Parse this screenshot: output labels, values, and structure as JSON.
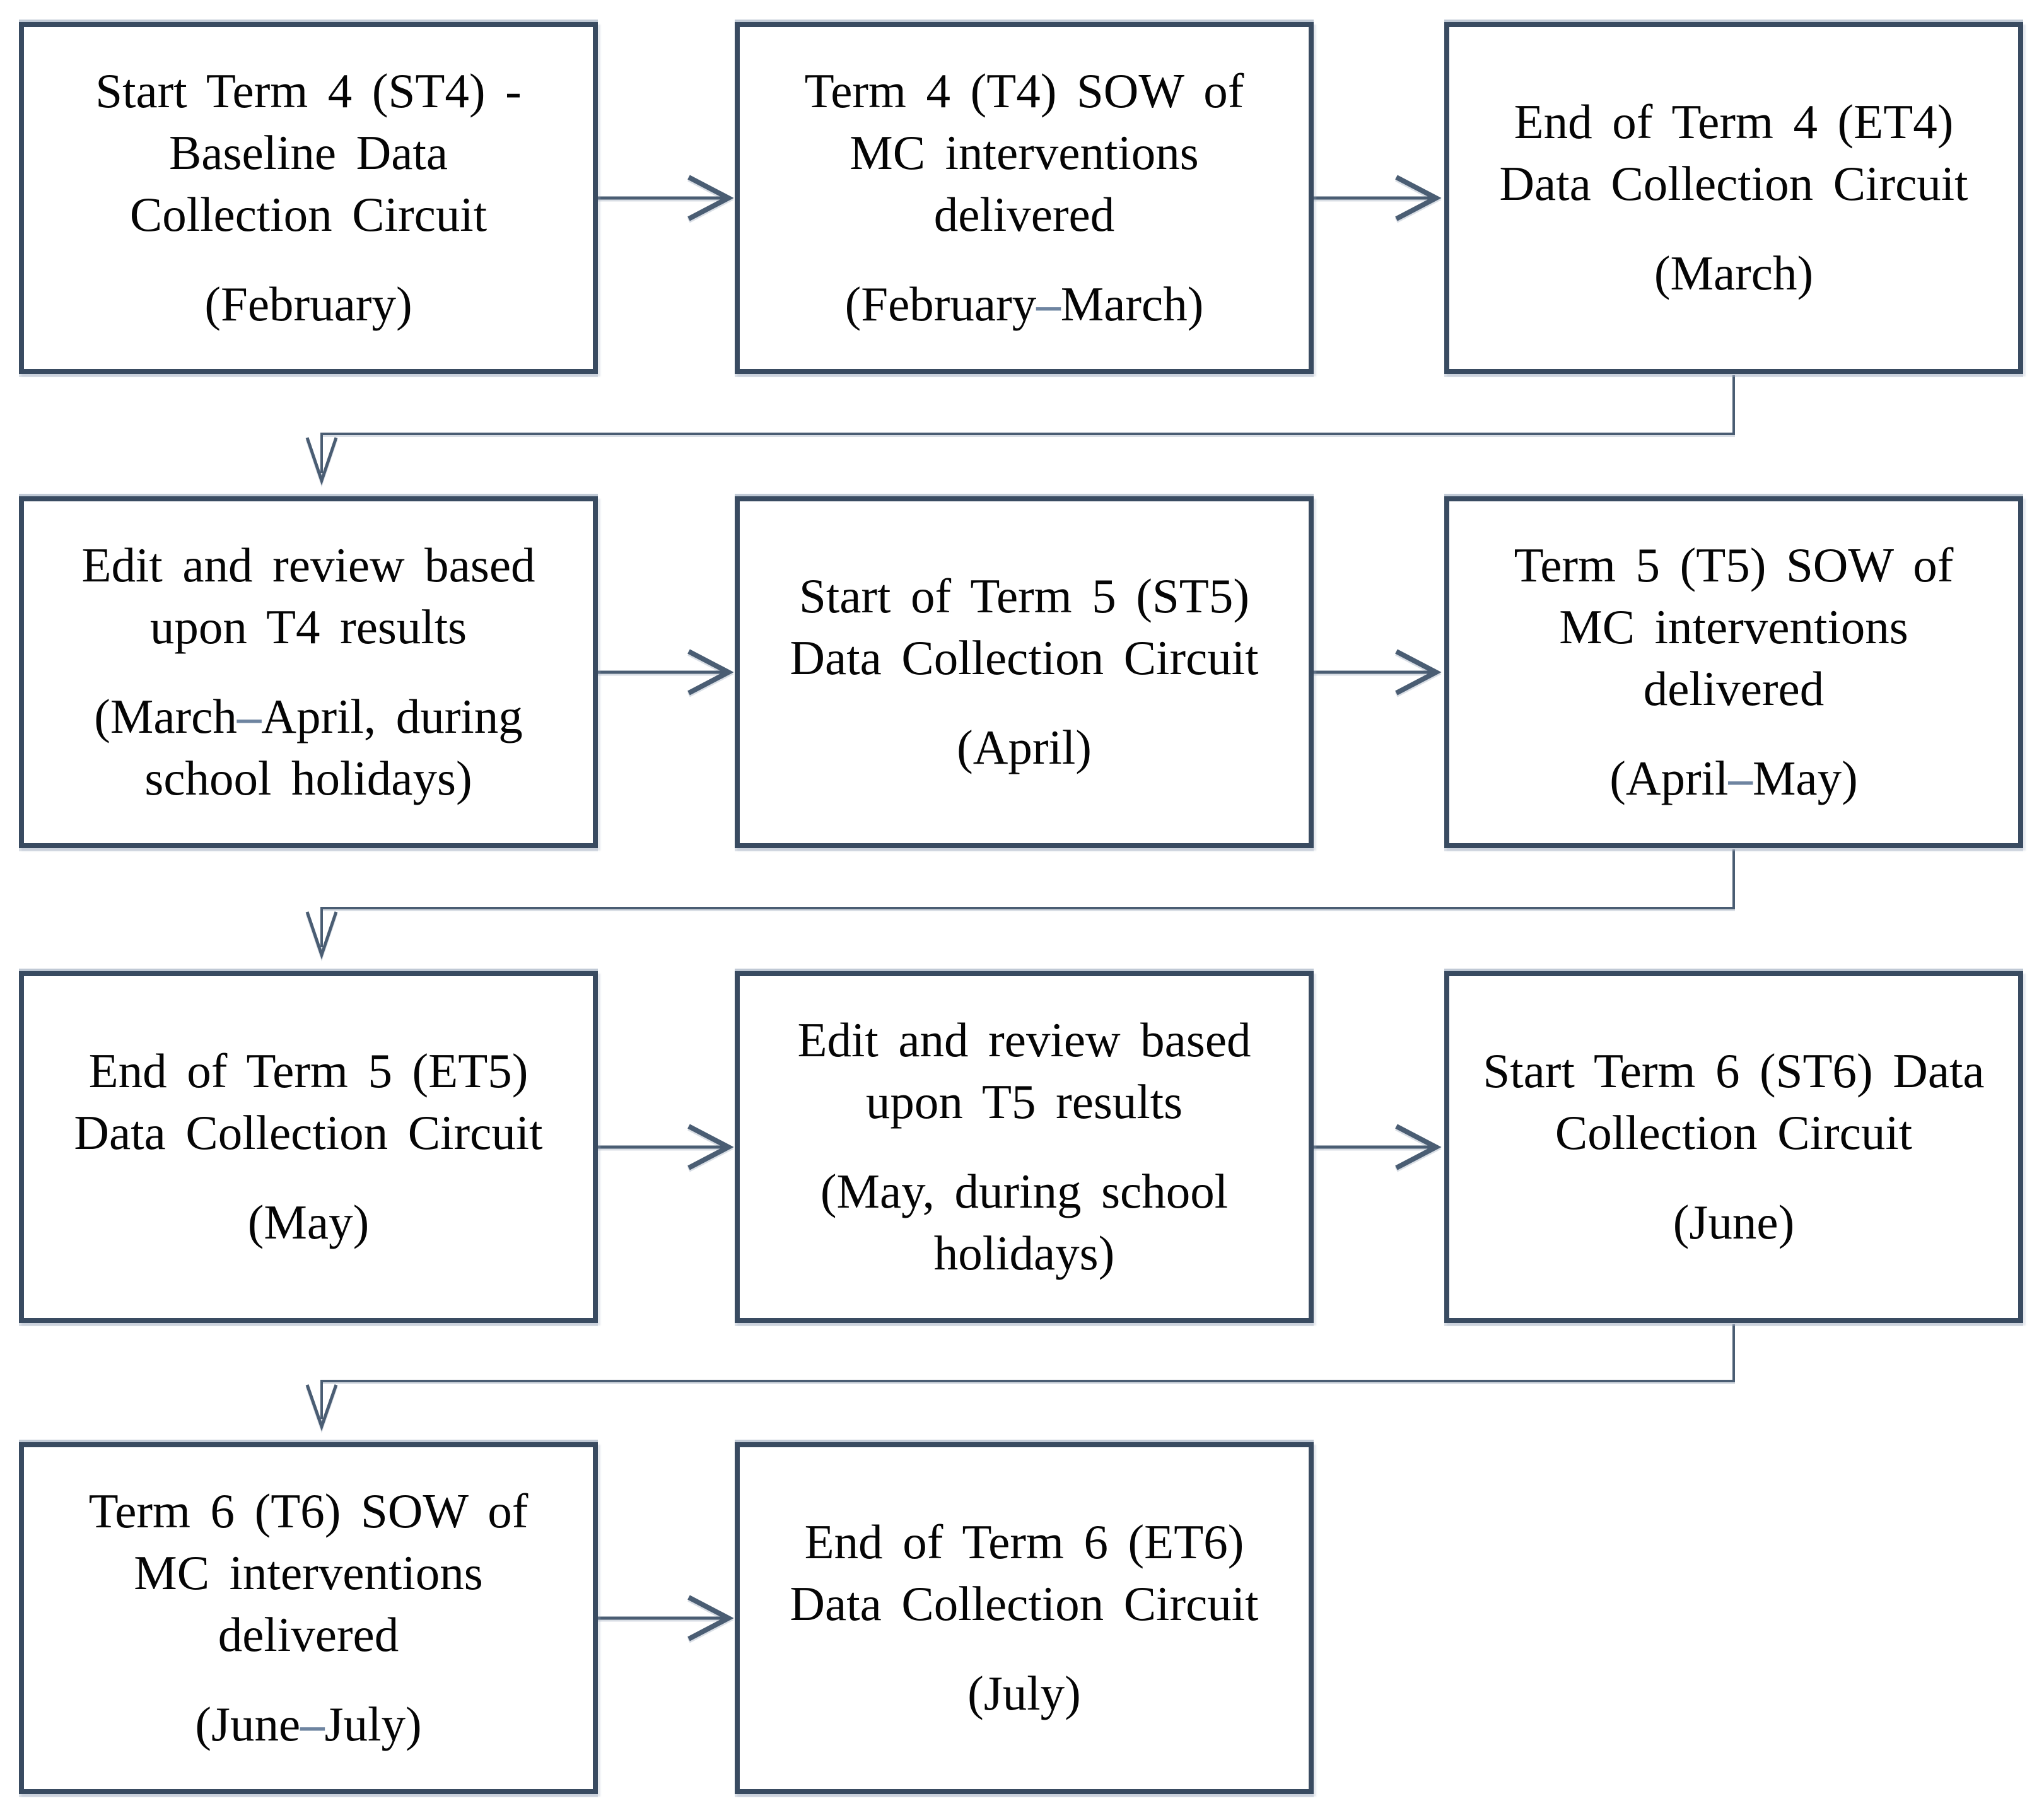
{
  "diagram": {
    "type": "flowchart",
    "reading_order": "left-to-right in rows, wrapping top to bottom",
    "colors": {
      "box_border": "#394b61",
      "connector": "#4a5d73",
      "accent_dash": "#6e84a0",
      "text": "#050505",
      "background": "#ffffff"
    },
    "nodes": [
      {
        "id": "st4",
        "row": 1,
        "col": 1,
        "title": "Start Term 4 (ST4) -\nBaseline Data\nCollection Circuit",
        "date": "(February)"
      },
      {
        "id": "t4-sow",
        "row": 1,
        "col": 2,
        "title": "Term 4 (T4) SOW of\nMC interventions\ndelivered",
        "date": "(February–March)"
      },
      {
        "id": "et4",
        "row": 1,
        "col": 3,
        "title": "End of Term 4 (ET4)\nData Collection Circuit",
        "date": "(March)"
      },
      {
        "id": "edit-t4",
        "row": 2,
        "col": 1,
        "title": "Edit and review based\nupon T4 results",
        "date": "(March–April, during\nschool holidays)"
      },
      {
        "id": "st5",
        "row": 2,
        "col": 2,
        "title": "Start of Term 5 (ST5)\nData Collection Circuit",
        "date": "(April)"
      },
      {
        "id": "t5-sow",
        "row": 2,
        "col": 3,
        "title": "Term 5 (T5) SOW of\nMC interventions\ndelivered",
        "date": "(April–May)"
      },
      {
        "id": "et5",
        "row": 3,
        "col": 1,
        "title": "End of Term 5 (ET5)\nData Collection Circuit",
        "date": "(May)"
      },
      {
        "id": "edit-t5",
        "row": 3,
        "col": 2,
        "title": "Edit and review based\nupon T5 results",
        "date": "(May, during school\nholidays)"
      },
      {
        "id": "st6",
        "row": 3,
        "col": 3,
        "title": "Start Term 6 (ST6) Data\nCollection Circuit",
        "date": "(June)"
      },
      {
        "id": "t6-sow",
        "row": 4,
        "col": 1,
        "title": "Term 6 (T6) SOW of\nMC interventions\ndelivered",
        "date": "(June–July)"
      },
      {
        "id": "et6",
        "row": 4,
        "col": 2,
        "title": "End of Term 6 (ET6)\nData Collection Circuit",
        "date": "(July)"
      }
    ],
    "edges": [
      {
        "from": "st4",
        "to": "t4-sow",
        "style": "straight-right"
      },
      {
        "from": "t4-sow",
        "to": "et4",
        "style": "straight-right"
      },
      {
        "from": "et4",
        "to": "edit-t4",
        "style": "elbow-down-left-down"
      },
      {
        "from": "edit-t4",
        "to": "st5",
        "style": "straight-right"
      },
      {
        "from": "st5",
        "to": "t5-sow",
        "style": "straight-right"
      },
      {
        "from": "t5-sow",
        "to": "et5",
        "style": "elbow-down-left-down"
      },
      {
        "from": "et5",
        "to": "edit-t5",
        "style": "straight-right"
      },
      {
        "from": "edit-t5",
        "to": "st6",
        "style": "straight-right"
      },
      {
        "from": "st6",
        "to": "t6-sow",
        "style": "elbow-down-left-down"
      },
      {
        "from": "t6-sow",
        "to": "et6",
        "style": "straight-right"
      }
    ]
  }
}
